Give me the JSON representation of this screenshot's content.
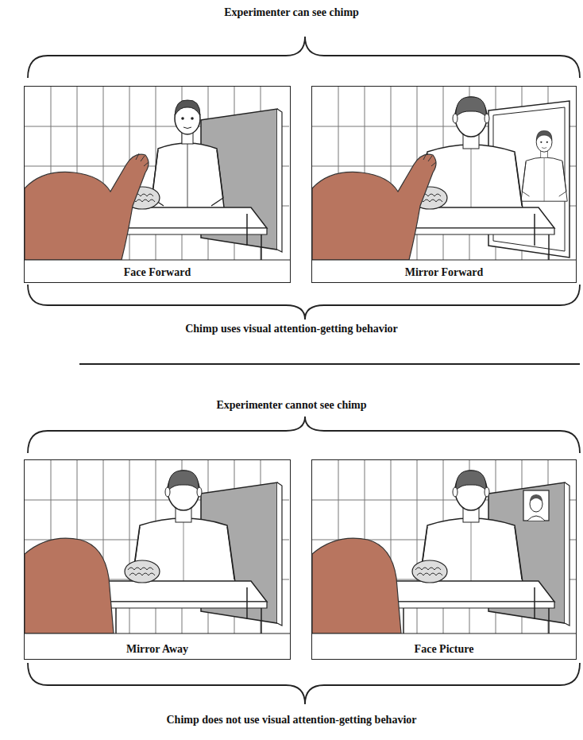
{
  "diagram": {
    "nodes": [
      {
        "text": [
          "Face Forward"
        ]
      },
      {
        "text": [
          "Mirror Forward"
        ]
      },
      {
        "text": [
          "Mirror Away"
        ]
      },
      {
        "text": [
          "Face Picture"
        ]
      }
    ],
    "labels": [
      "Experimenter can see chimp",
      "Chimp uses visual attention-getting behavior",
      "Experimenter cannot see chimp",
      "Chimp does not use visual attention-getting behavior"
    ]
  }
}
